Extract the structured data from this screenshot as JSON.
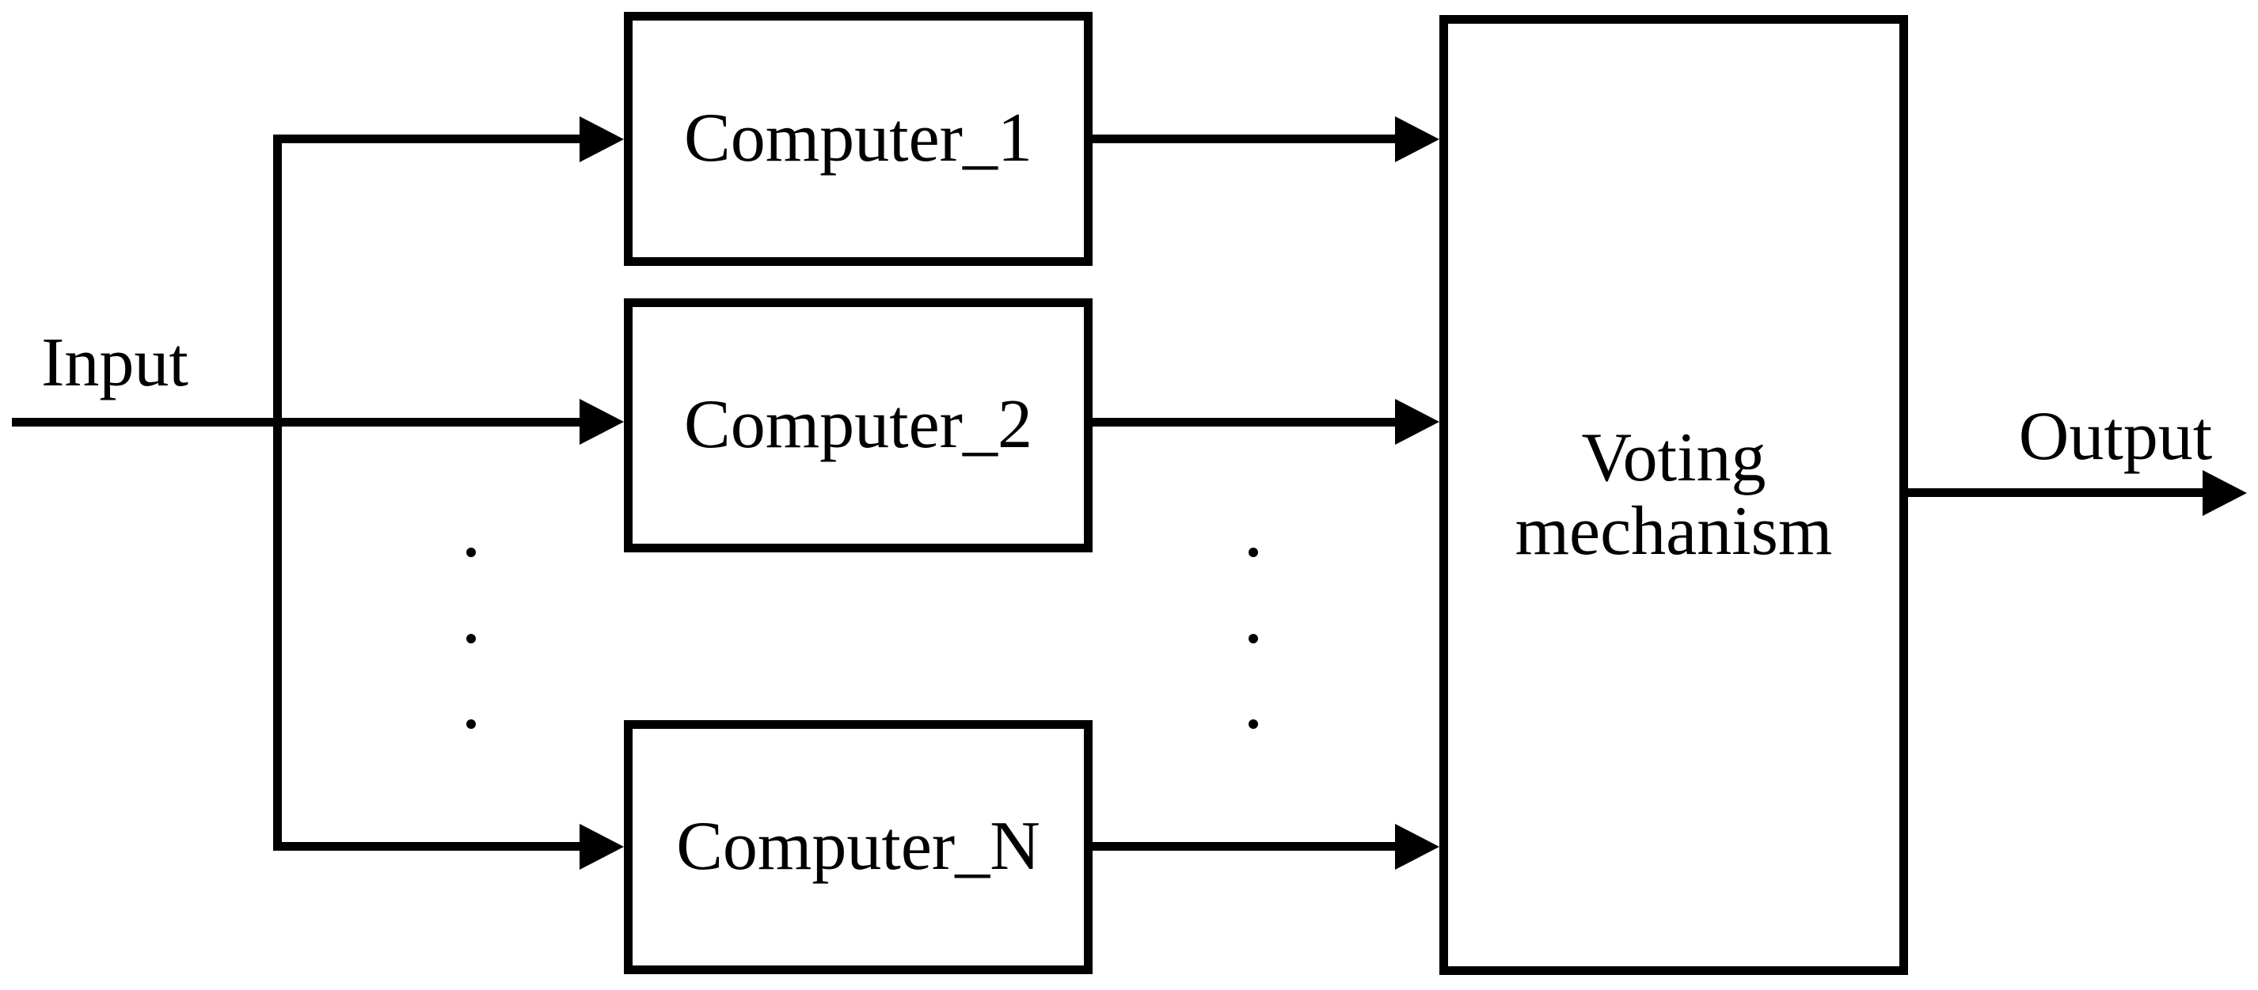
{
  "figure": {
    "input_label": "Input",
    "output_label": "Output",
    "computers": [
      {
        "label": "Computer_1"
      },
      {
        "label": "Computer_2"
      },
      {
        "label": "Computer_N"
      }
    ],
    "voting_label": "Voting mechanism",
    "colors": {
      "line": "#000000",
      "text": "#000000",
      "background": "#ffffff"
    }
  }
}
